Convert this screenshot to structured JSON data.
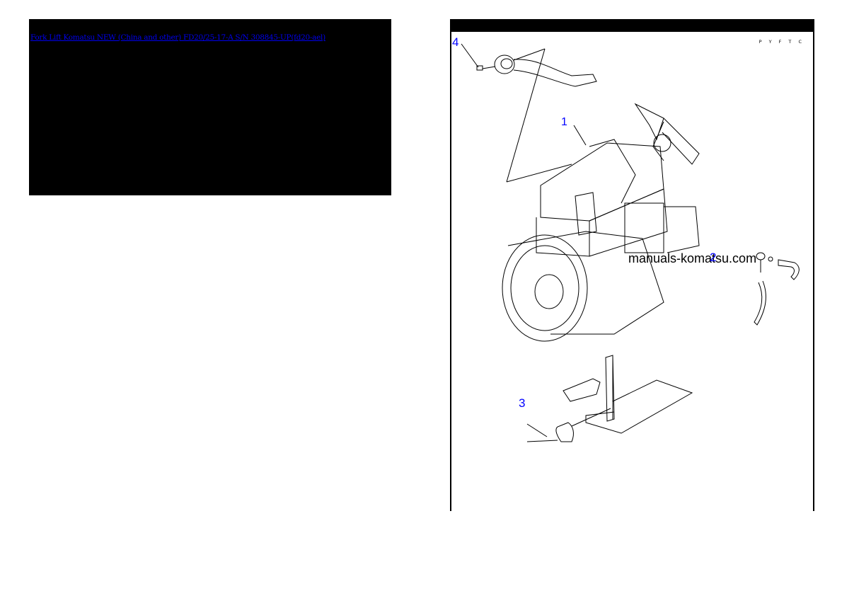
{
  "left_panel": {
    "title_link": "Fork Lift Komatsu NEW (China and other) FD20/25-17-A S/N 308845-UP(fd20-ael)"
  },
  "diagram": {
    "code": "P Y F T C",
    "watermark": "manuals-komatsu.com",
    "callouts": [
      {
        "id": "1",
        "label": "1"
      },
      {
        "id": "2",
        "label": "2"
      },
      {
        "id": "3",
        "label": "3"
      },
      {
        "id": "4",
        "label": "4"
      }
    ],
    "colors": {
      "callout": "#0000ff",
      "line": "#000000"
    }
  }
}
